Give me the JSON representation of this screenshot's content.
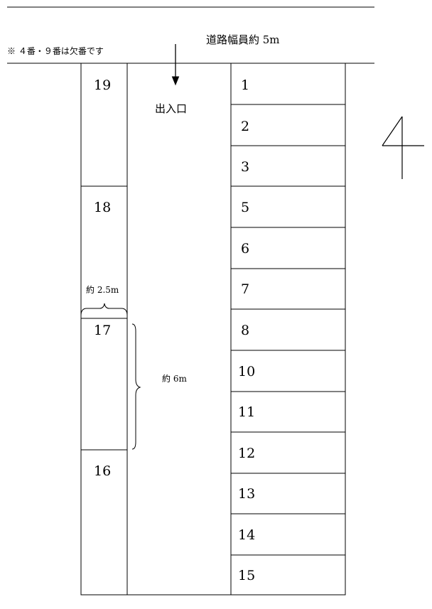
{
  "road": {
    "label": "道路幅員約 5m"
  },
  "note": {
    "text": "※ ４番・９番は欠番です"
  },
  "entrance": {
    "label": "出入口"
  },
  "left_spaces": [
    "19",
    "18",
    "17",
    "16"
  ],
  "right_spaces": [
    "1",
    "2",
    "3",
    "5",
    "6",
    "7",
    "8",
    "10",
    "11",
    "12",
    "13",
    "14",
    "15"
  ],
  "dimensions": {
    "width_label": "約 2.5m",
    "length_label": "約 6m"
  },
  "north_marker": {
    "symbol": "N"
  }
}
